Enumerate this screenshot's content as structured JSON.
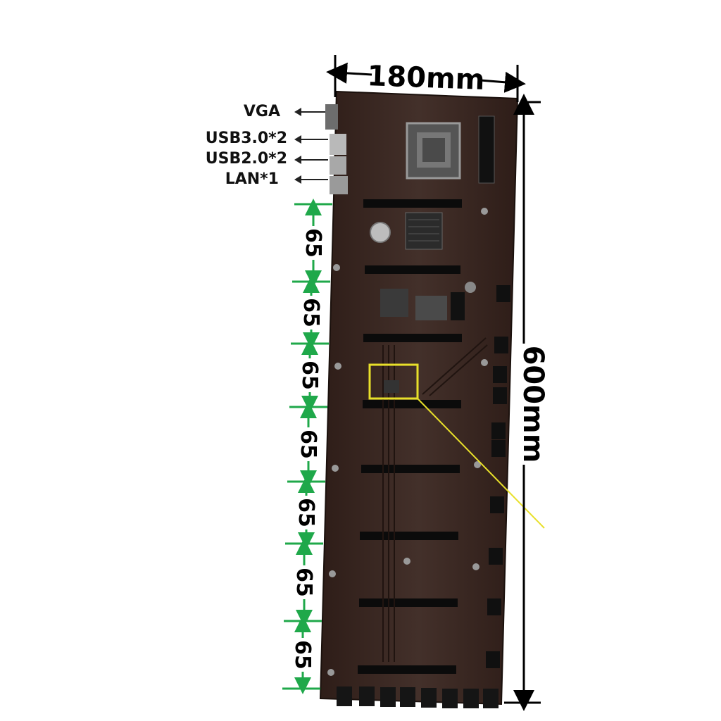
{
  "dimensions": {
    "width": "180mm",
    "height": "600mm"
  },
  "ports": [
    {
      "label": "VGA"
    },
    {
      "label": "USB3.0*2"
    },
    {
      "label": "USB2.0*2"
    },
    {
      "label": "LAN*1"
    }
  ],
  "slot_spacing": [
    "65",
    "65",
    "65",
    "65",
    "65",
    "65",
    "65"
  ],
  "colors": {
    "board": "#3a2620",
    "slot": "#0b0b0b",
    "spacing_marker": "#1fa84a",
    "dimension_line": "#000000",
    "callout": "#e8e02a"
  }
}
